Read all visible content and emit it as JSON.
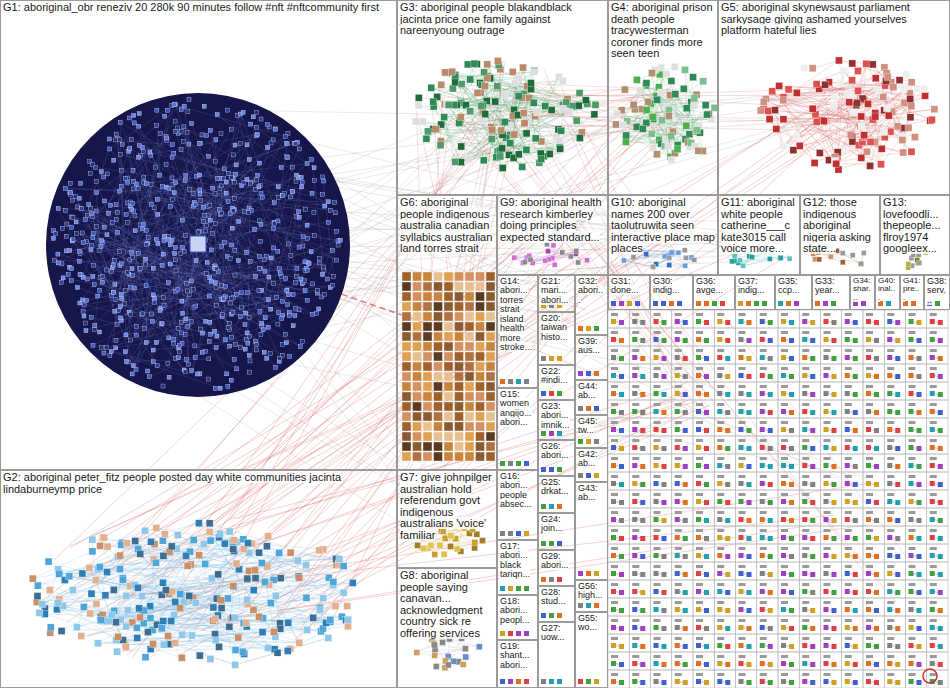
{
  "diagram": {
    "nodes": [
      {
        "text": [
          "G1: aboriginal_obr reneziv 20 280k 90 minutes follow #nft #nftcommunity first"
        ]
      },
      {
        "text": [
          "G3: aboriginal people blakandblack jacinta price one family against nareenyoung outrage"
        ]
      },
      {
        "text": [
          "G4: aboriginal prison death people tracywesterman coroner finds more seen teen"
        ]
      },
      {
        "text": [
          "G5: aboriginal skynewsaust parliament sarkysage giving ashamed yourselves platform hateful lies"
        ]
      },
      {
        "text": [
          "G6: aboriginal people indigenous australia canadian syllabics australian land torres strait"
        ]
      },
      {
        "text": [
          "G9: aboriginal health research kimberley doing principles expected standard..."
        ]
      },
      {
        "text": [
          "G10: aboriginal names 200 over taolutruwita seen interactive place map places"
        ]
      },
      {
        "text": [
          "G11: aboriginal white people catherine___c kate3015 call voice more..."
        ]
      },
      {
        "text": [
          "G12: those indigenous aboriginal nigeria asking state..."
        ]
      },
      {
        "text": [
          "G13: lovefoodli... thepeople... flroy1974 googleex..."
        ]
      },
      {
        "text": [
          "G14: abori... torres strait island health more stroke..."
        ]
      },
      {
        "text": [
          "G21: mari... abori..."
        ]
      },
      {
        "text": [
          "G32: abori..."
        ]
      },
      {
        "text": [
          "G31: done..."
        ]
      },
      {
        "text": [
          "G30: indig..."
        ]
      },
      {
        "text": [
          "G36: avge..."
        ]
      },
      {
        "text": [
          "G37: indig..."
        ]
      },
      {
        "text": [
          "G35: ccp..."
        ]
      },
      {
        "text": [
          "G33: year..."
        ]
      },
      {
        "text": [
          "G34: shar..."
        ]
      },
      {
        "text": [
          "G40: inal..."
        ]
      },
      {
        "text": [
          "G41: pre..."
        ]
      },
      {
        "text": [
          "G38: serv..."
        ]
      },
      {
        "text": [
          "G20: taiwan histo..."
        ]
      },
      {
        "text": [
          "G39: aus..."
        ]
      },
      {
        "text": [
          "G22: #indi..."
        ]
      },
      {
        "text": [
          "G44: ab..."
        ]
      },
      {
        "text": [
          "G45: tw..."
        ]
      },
      {
        "text": [
          "G23: abori... imnik..."
        ]
      },
      {
        "text": [
          "G42: ab..."
        ]
      },
      {
        "text": [
          "G26: abori..."
        ]
      },
      {
        "text": [
          "G15: women angijo... abori..."
        ]
      },
      {
        "text": [
          "G43: ab..."
        ]
      },
      {
        "text": [
          "G25: drkat..."
        ]
      },
      {
        "text": [
          "G16: abori... people absec..."
        ]
      },
      {
        "text": [
          "G24: join..."
        ]
      },
      {
        "text": [
          "G2: aboriginal peter_fitz people posted day white communities jacinta lindaburneymp price"
        ]
      },
      {
        "text": [
          "G7: give johnpilger australian hold referendum govt indigenous australians 'voice' familiar"
        ]
      },
      {
        "text": [
          "G29: abori..."
        ]
      },
      {
        "text": [
          "G17: abori... black tariqn..."
        ]
      },
      {
        "text": [
          "G28: stud..."
        ]
      },
      {
        "text": [
          "G56: high..."
        ]
      },
      {
        "text": [
          "G18: abori... peopl..."
        ]
      },
      {
        "text": [
          "G55: wo..."
        ]
      },
      {
        "text": [
          "G27: uow..."
        ]
      },
      {
        "text": [
          "G19: shant... abori..."
        ]
      },
      {
        "text": [
          "G8: aboriginal people saying canavan... acknowledgment country sick re offering services"
        ]
      }
    ]
  }
}
